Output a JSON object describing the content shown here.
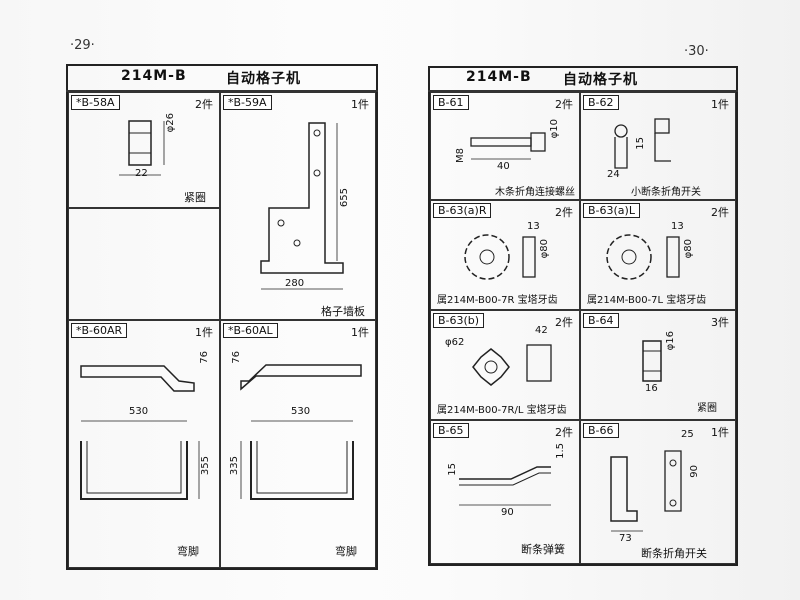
{
  "left_page": {
    "page_number": "·29·",
    "title_code": "214M-B",
    "title_name": "自动格子机",
    "parts": [
      {
        "id": "*B-58A",
        "qty": "2件",
        "dims": [
          "φ26",
          "22"
        ],
        "name": "紧圈"
      },
      {
        "id": "*B-59A",
        "qty": "1件",
        "dims": [
          "655",
          "280"
        ],
        "name": "格子墙板"
      },
      {
        "id": "*B-60AR",
        "qty": "1件",
        "dims": [
          "76",
          "530",
          "355"
        ],
        "name": "弯脚"
      },
      {
        "id": "*B-60AL",
        "qty": "1件",
        "dims": [
          "76",
          "530",
          "335"
        ],
        "name": "弯脚"
      }
    ]
  },
  "right_page": {
    "page_number": "·30·",
    "title_code": "214M-B",
    "title_name": "自动格子机",
    "parts": [
      {
        "id": "B-61",
        "qty": "2件",
        "dims": [
          "φ10",
          "M8",
          "40"
        ],
        "name": "木条折角连接螺丝"
      },
      {
        "id": "B-62",
        "qty": "1件",
        "dims": [
          "15",
          "24"
        ],
        "name": "小断条折角开关"
      },
      {
        "id": "B-63(a)R",
        "qty": "2件",
        "dims": [
          "13",
          "φ80"
        ],
        "name": "属214M-B00-7R 宝塔牙齿"
      },
      {
        "id": "B-63(a)L",
        "qty": "2件",
        "dims": [
          "13",
          "φ80"
        ],
        "name": "属214M-B00-7L 宝塔牙齿"
      },
      {
        "id": "B-63(b)",
        "qty": "2件",
        "dims": [
          "φ62",
          "42"
        ],
        "name": "属214M-B00-7R/L 宝塔牙齿"
      },
      {
        "id": "B-64",
        "qty": "3件",
        "dims": [
          "φ16",
          "16"
        ],
        "name": "紧圈"
      },
      {
        "id": "B-65",
        "qty": "2件",
        "dims": [
          "15",
          "1.5",
          "90"
        ],
        "name": "断条弹簧"
      },
      {
        "id": "B-66",
        "qty": "1件",
        "dims": [
          "25",
          "90",
          "73"
        ],
        "name": "断条折角开关"
      }
    ]
  }
}
